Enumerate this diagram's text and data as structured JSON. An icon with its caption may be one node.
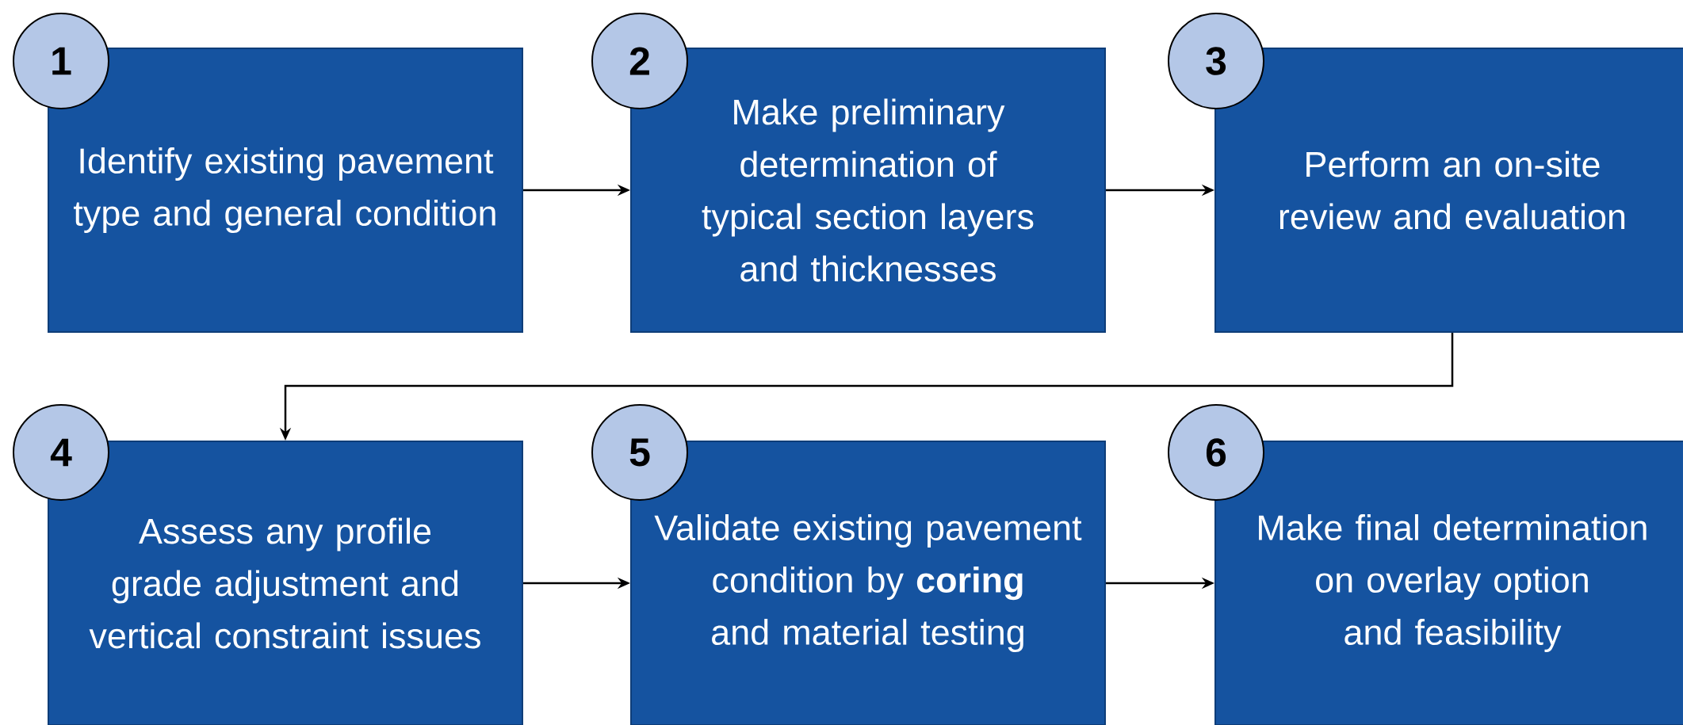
{
  "diagram": {
    "nodes": [
      {
        "text": [
          "1"
        ]
      },
      {
        "text": [
          "Identify existing pavement type and general condition"
        ]
      },
      {
        "text": [
          "2"
        ]
      },
      {
        "text": [
          "Make preliminary determination of typical section layers and thicknesses"
        ]
      },
      {
        "text": [
          "3"
        ]
      },
      {
        "text": [
          "Perform an on-site review and evaluation"
        ]
      },
      {
        "text": [
          "4"
        ]
      },
      {
        "text": [
          "Assess any profile grade adjustment and vertical constraint issues"
        ]
      },
      {
        "text": [
          "5"
        ]
      },
      {
        "text": [
          "Validate existing pavement condition by **coring** and material testing"
        ]
      },
      {
        "text": [
          "6"
        ]
      },
      {
        "text": [
          "Make final determination on overlay option and feasibility"
        ]
      }
    ],
    "edges": [
      {
        "from": 1,
        "to": 3,
        "arrow": "to"
      },
      {
        "from": 3,
        "to": 5,
        "arrow": "to"
      },
      {
        "from": 5,
        "to": 7,
        "arrow": "to"
      },
      {
        "from": 7,
        "to": 9,
        "arrow": "to"
      },
      {
        "from": 9,
        "to": 11,
        "arrow": "to"
      }
    ]
  }
}
